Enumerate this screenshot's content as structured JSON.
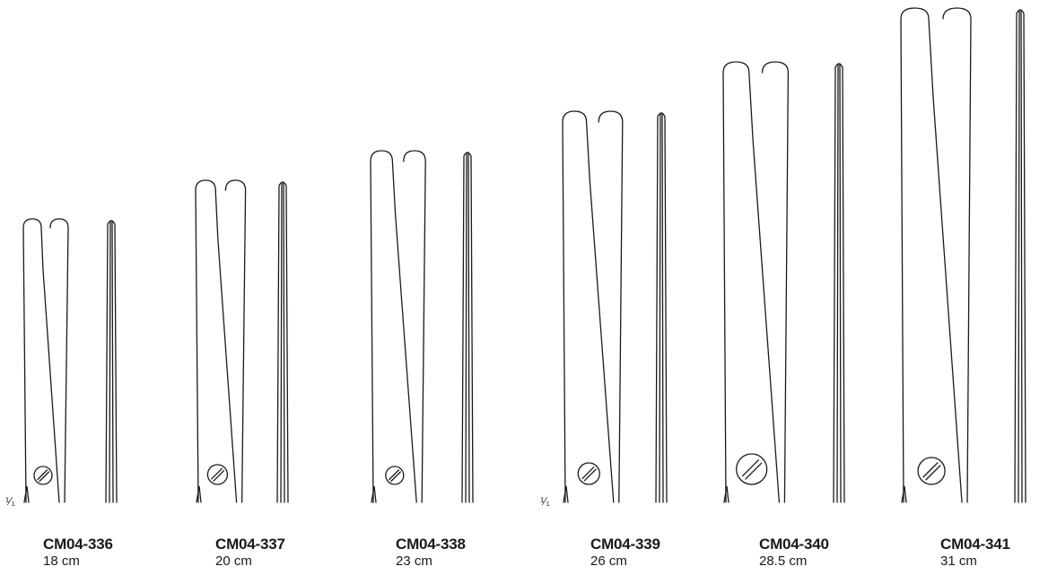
{
  "scale_mark": "¹⁄₁",
  "products": [
    {
      "code": "CM04-336",
      "length": "18 cm",
      "show_scale": true
    },
    {
      "code": "CM04-337",
      "length": "20 cm",
      "show_scale": false
    },
    {
      "code": "CM04-338",
      "length": "23 cm",
      "show_scale": false
    },
    {
      "code": "CM04-339",
      "length": "26 cm",
      "show_scale": true
    },
    {
      "code": "CM04-340",
      "length": "28.5 cm",
      "show_scale": false
    },
    {
      "code": "CM04-341",
      "length": "31 cm",
      "show_scale": false
    }
  ],
  "colors": {
    "line": "#1a1a1a",
    "background": "#ffffff"
  }
}
